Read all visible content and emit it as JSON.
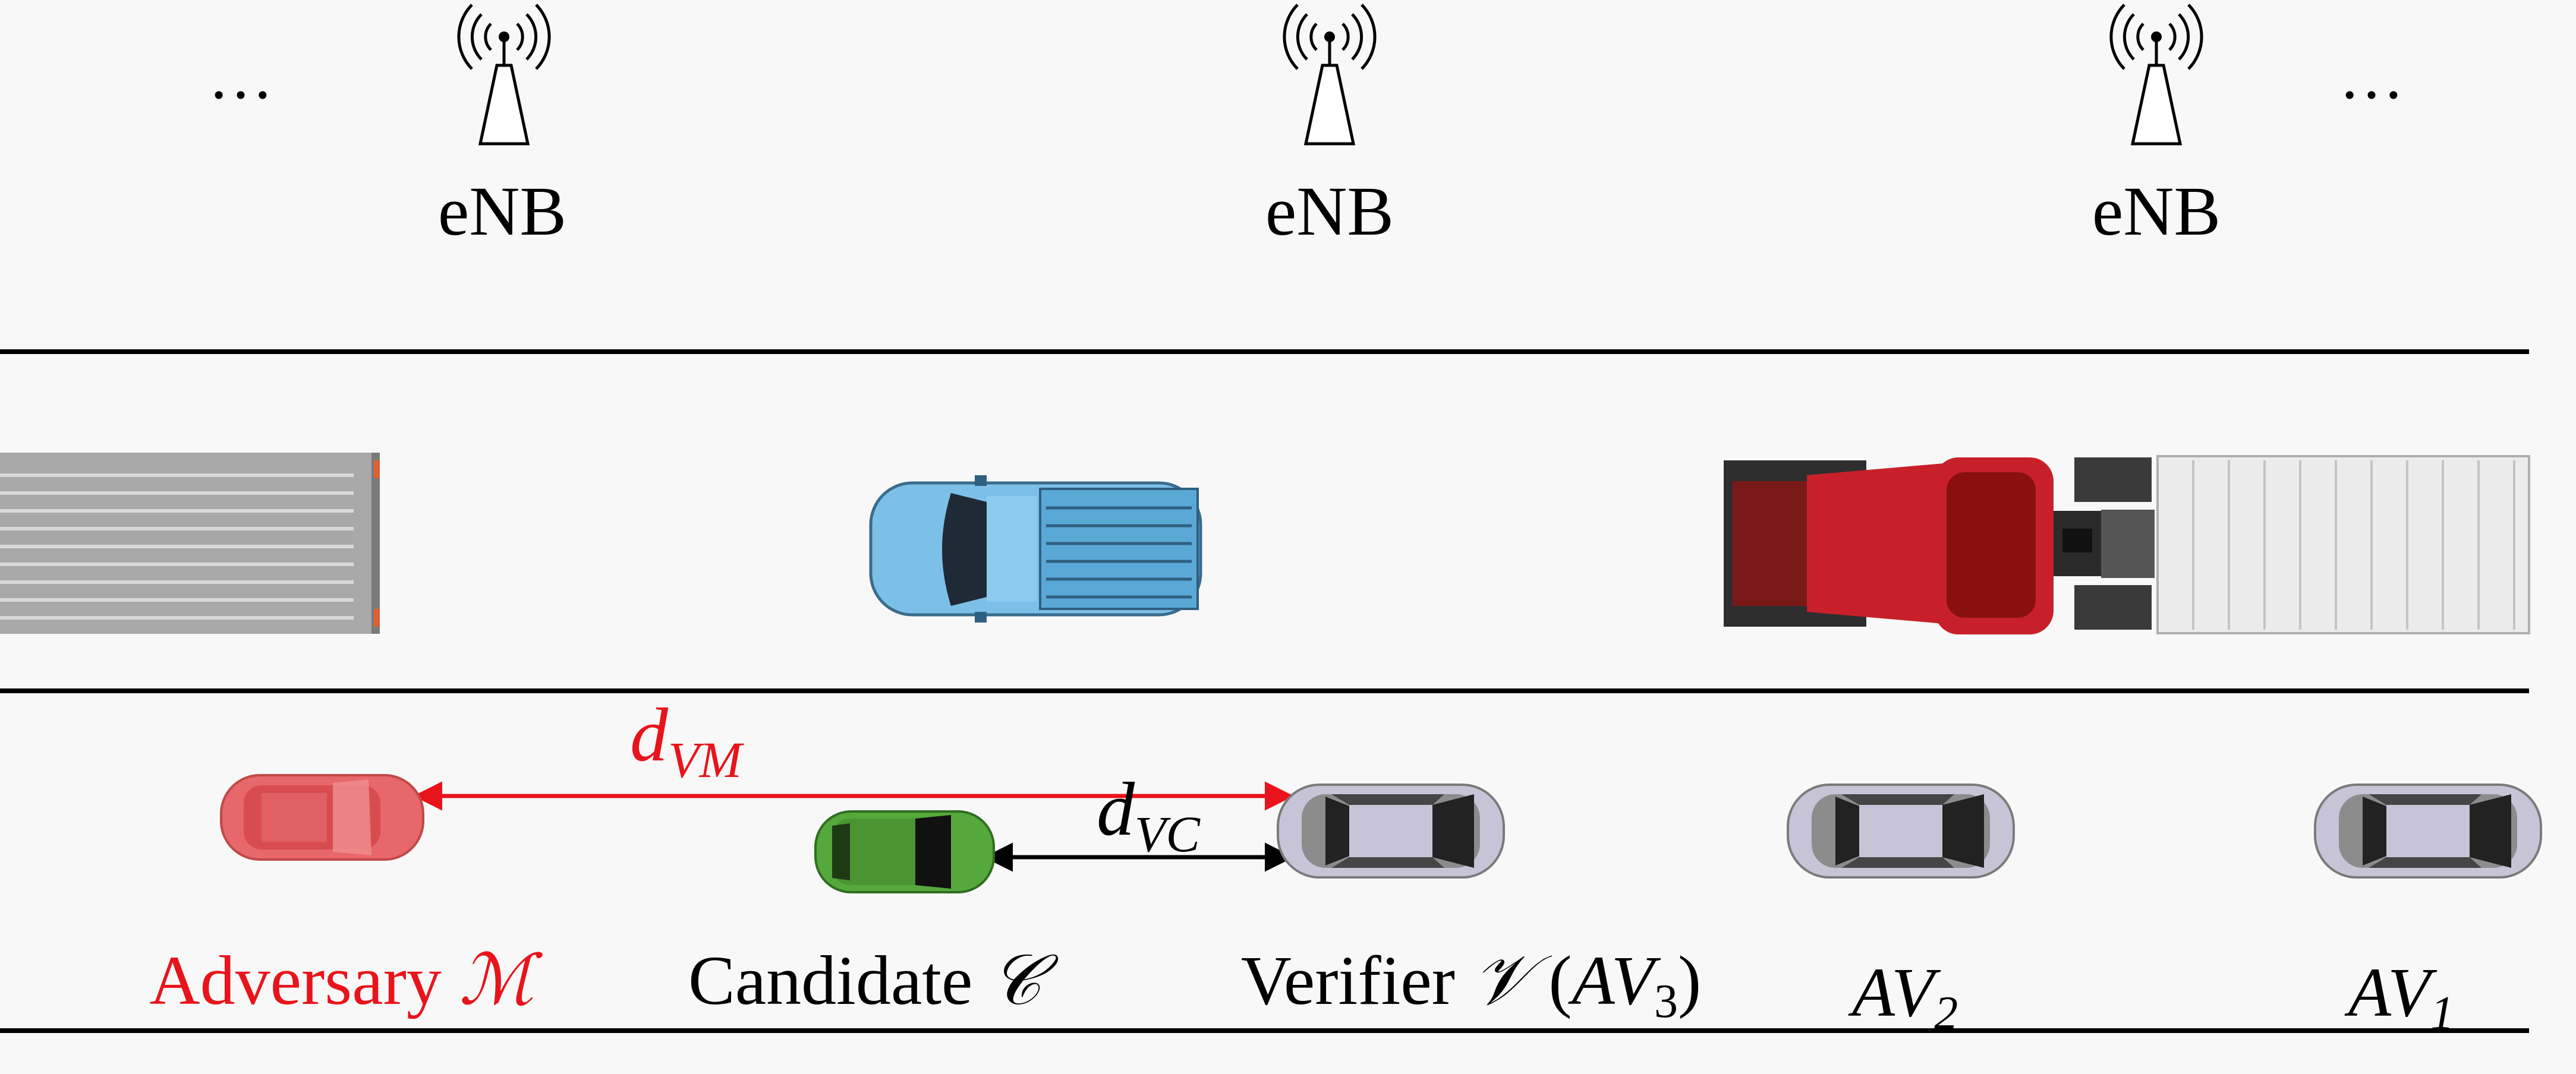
{
  "top_row": {
    "ellipsis_left": "…",
    "ellipsis_right": "…",
    "stations": [
      {
        "label": "eNB",
        "icon": "cell-tower-icon"
      },
      {
        "label": "eNB",
        "icon": "cell-tower-icon"
      },
      {
        "label": "eNB",
        "icon": "cell-tower-icon"
      }
    ]
  },
  "distances": {
    "d_vm": {
      "base": "d",
      "sub": "VM",
      "color": "#e8141b"
    },
    "d_vc": {
      "base": "d",
      "sub": "VC",
      "color": "#000000"
    }
  },
  "vehicles": {
    "adversary": {
      "prefix": "Adversary ",
      "symbol": "ℳ",
      "color": "#e8141b"
    },
    "candidate": {
      "prefix": "Candidate ",
      "symbol": "𝒞"
    },
    "verifier": {
      "prefix": "Verifier ",
      "symbol": "𝒱",
      "paren_open": " (",
      "av": "AV",
      "sub": "3",
      "paren_close": ")"
    },
    "av2": {
      "av": "AV",
      "sub": "2"
    },
    "av1": {
      "av": "AV",
      "sub": "1"
    }
  },
  "colors": {
    "background": "#f8f8f8",
    "lane_line": "#000000",
    "adversary_car": "#e8676a",
    "candidate_car": "#55a83c",
    "verifier_car": "#c8c4d8",
    "pickup": "#7cc0e8",
    "truck_cab": "#c8202a"
  }
}
